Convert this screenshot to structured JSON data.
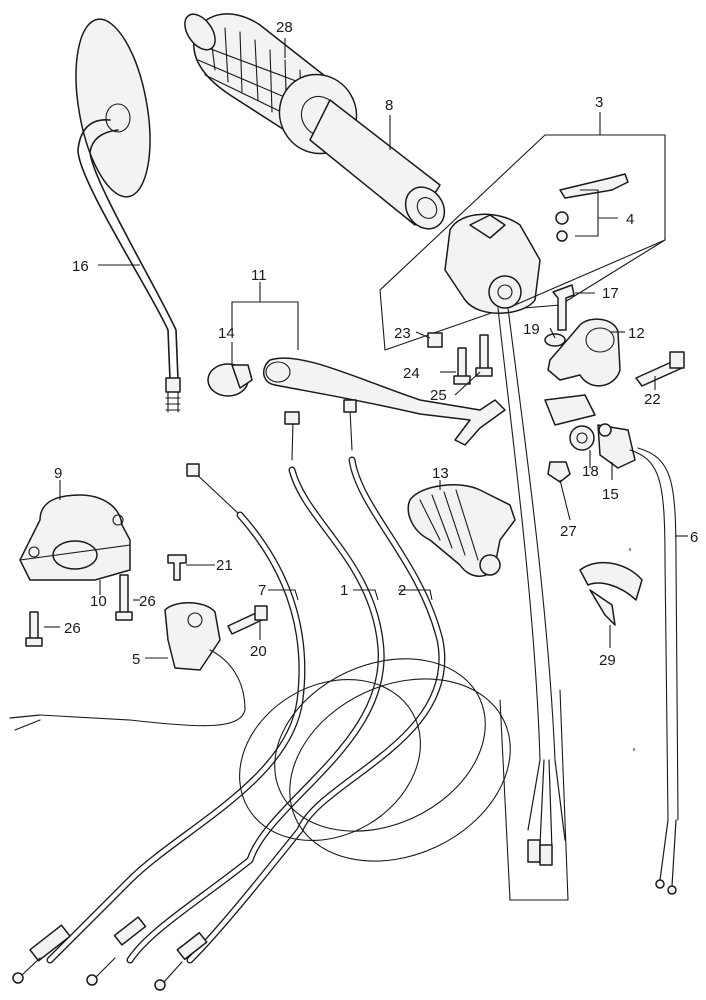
{
  "diagram": {
    "callouts": [
      {
        "id": "c28",
        "text": "28"
      },
      {
        "id": "c8",
        "text": "8"
      },
      {
        "id": "c3",
        "text": "3"
      },
      {
        "id": "c4",
        "text": "4"
      },
      {
        "id": "c16",
        "text": "16"
      },
      {
        "id": "c11",
        "text": "11"
      },
      {
        "id": "c14",
        "text": "14"
      },
      {
        "id": "c17",
        "text": "17"
      },
      {
        "id": "c23",
        "text": "23"
      },
      {
        "id": "c19",
        "text": "19"
      },
      {
        "id": "c12",
        "text": "12"
      },
      {
        "id": "c24",
        "text": "24"
      },
      {
        "id": "c25",
        "text": "25"
      },
      {
        "id": "c22",
        "text": "22"
      },
      {
        "id": "c9",
        "text": "9"
      },
      {
        "id": "c13",
        "text": "13"
      },
      {
        "id": "c18",
        "text": "18"
      },
      {
        "id": "c15",
        "text": "15"
      },
      {
        "id": "c27",
        "text": "27"
      },
      {
        "id": "c6",
        "text": "6"
      },
      {
        "id": "c21",
        "text": "21"
      },
      {
        "id": "c7",
        "text": "7"
      },
      {
        "id": "c1",
        "text": "1"
      },
      {
        "id": "c2",
        "text": "2"
      },
      {
        "id": "c10",
        "text": "10"
      },
      {
        "id": "c26a",
        "text": "26"
      },
      {
        "id": "c26b",
        "text": "26"
      },
      {
        "id": "c20",
        "text": "20"
      },
      {
        "id": "c5",
        "text": "5"
      },
      {
        "id": "c29",
        "text": "29"
      }
    ]
  }
}
